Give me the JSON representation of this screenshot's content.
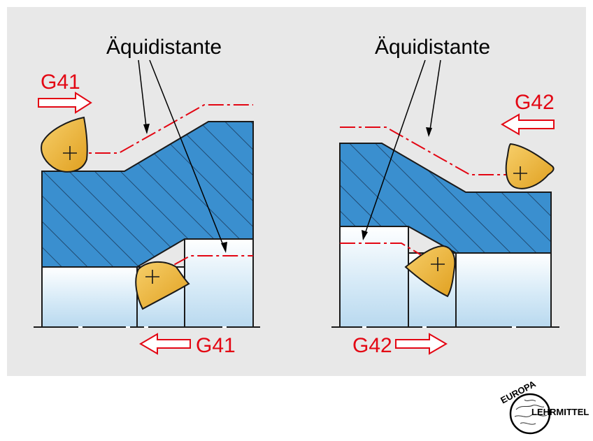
{
  "labels": {
    "equidistant_left": "Äquidistante",
    "equidistant_right": "Äquidistante",
    "g41_top": "G41",
    "g41_bottom": "G41",
    "g42_top": "G42",
    "g42_bottom": "G42"
  },
  "logo": {
    "line1": "EUROPA",
    "line2": "LEHRMITTEL"
  },
  "colors": {
    "panel_background": "#e8e8e8",
    "workpiece_blue": "#3a8fcf",
    "hatch": "#1a3a5c",
    "finished_part_light_blue": "#cfe6f5",
    "tool_insert_yellow": "#f0b632",
    "toolpath_red": "#e30613",
    "leader_lines": "#000000"
  }
}
